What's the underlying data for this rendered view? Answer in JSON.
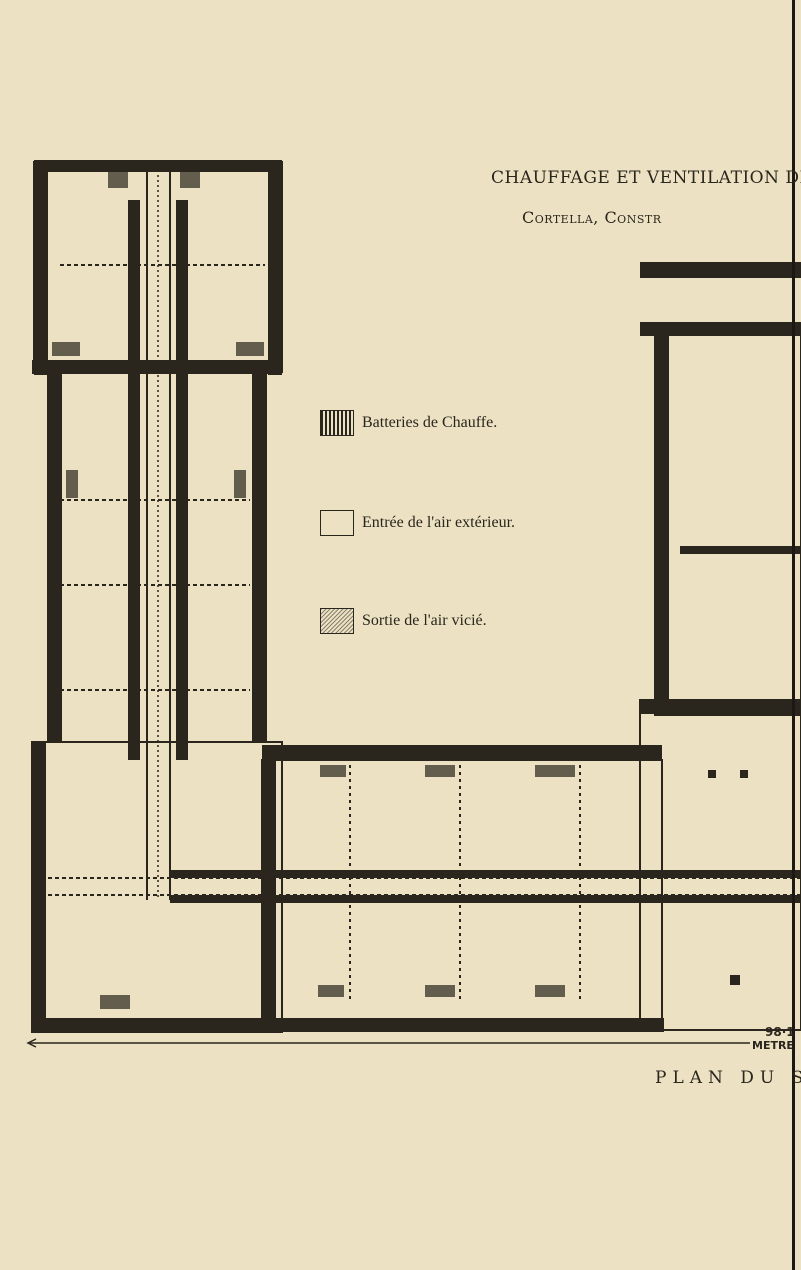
{
  "header": {
    "title": "CHAUFFAGE ET VENTILATION DE",
    "subtitle": "Cortella, Constr"
  },
  "legend": [
    {
      "icon": "heating-battery-swatch",
      "label": "Batteries de Chauffe."
    },
    {
      "icon": "fresh-air-inlet-swatch",
      "label": "Entrée de l'air extérieur."
    },
    {
      "icon": "stale-air-outlet-swatch",
      "label": "Sortie de l'air vicié."
    }
  ],
  "scale": {
    "value": "98·1",
    "unit": "METRE"
  },
  "footer": {
    "plan_label": "PLAN DU S"
  },
  "colors": {
    "paper": "#ece2c3",
    "ink": "#2a251d"
  }
}
